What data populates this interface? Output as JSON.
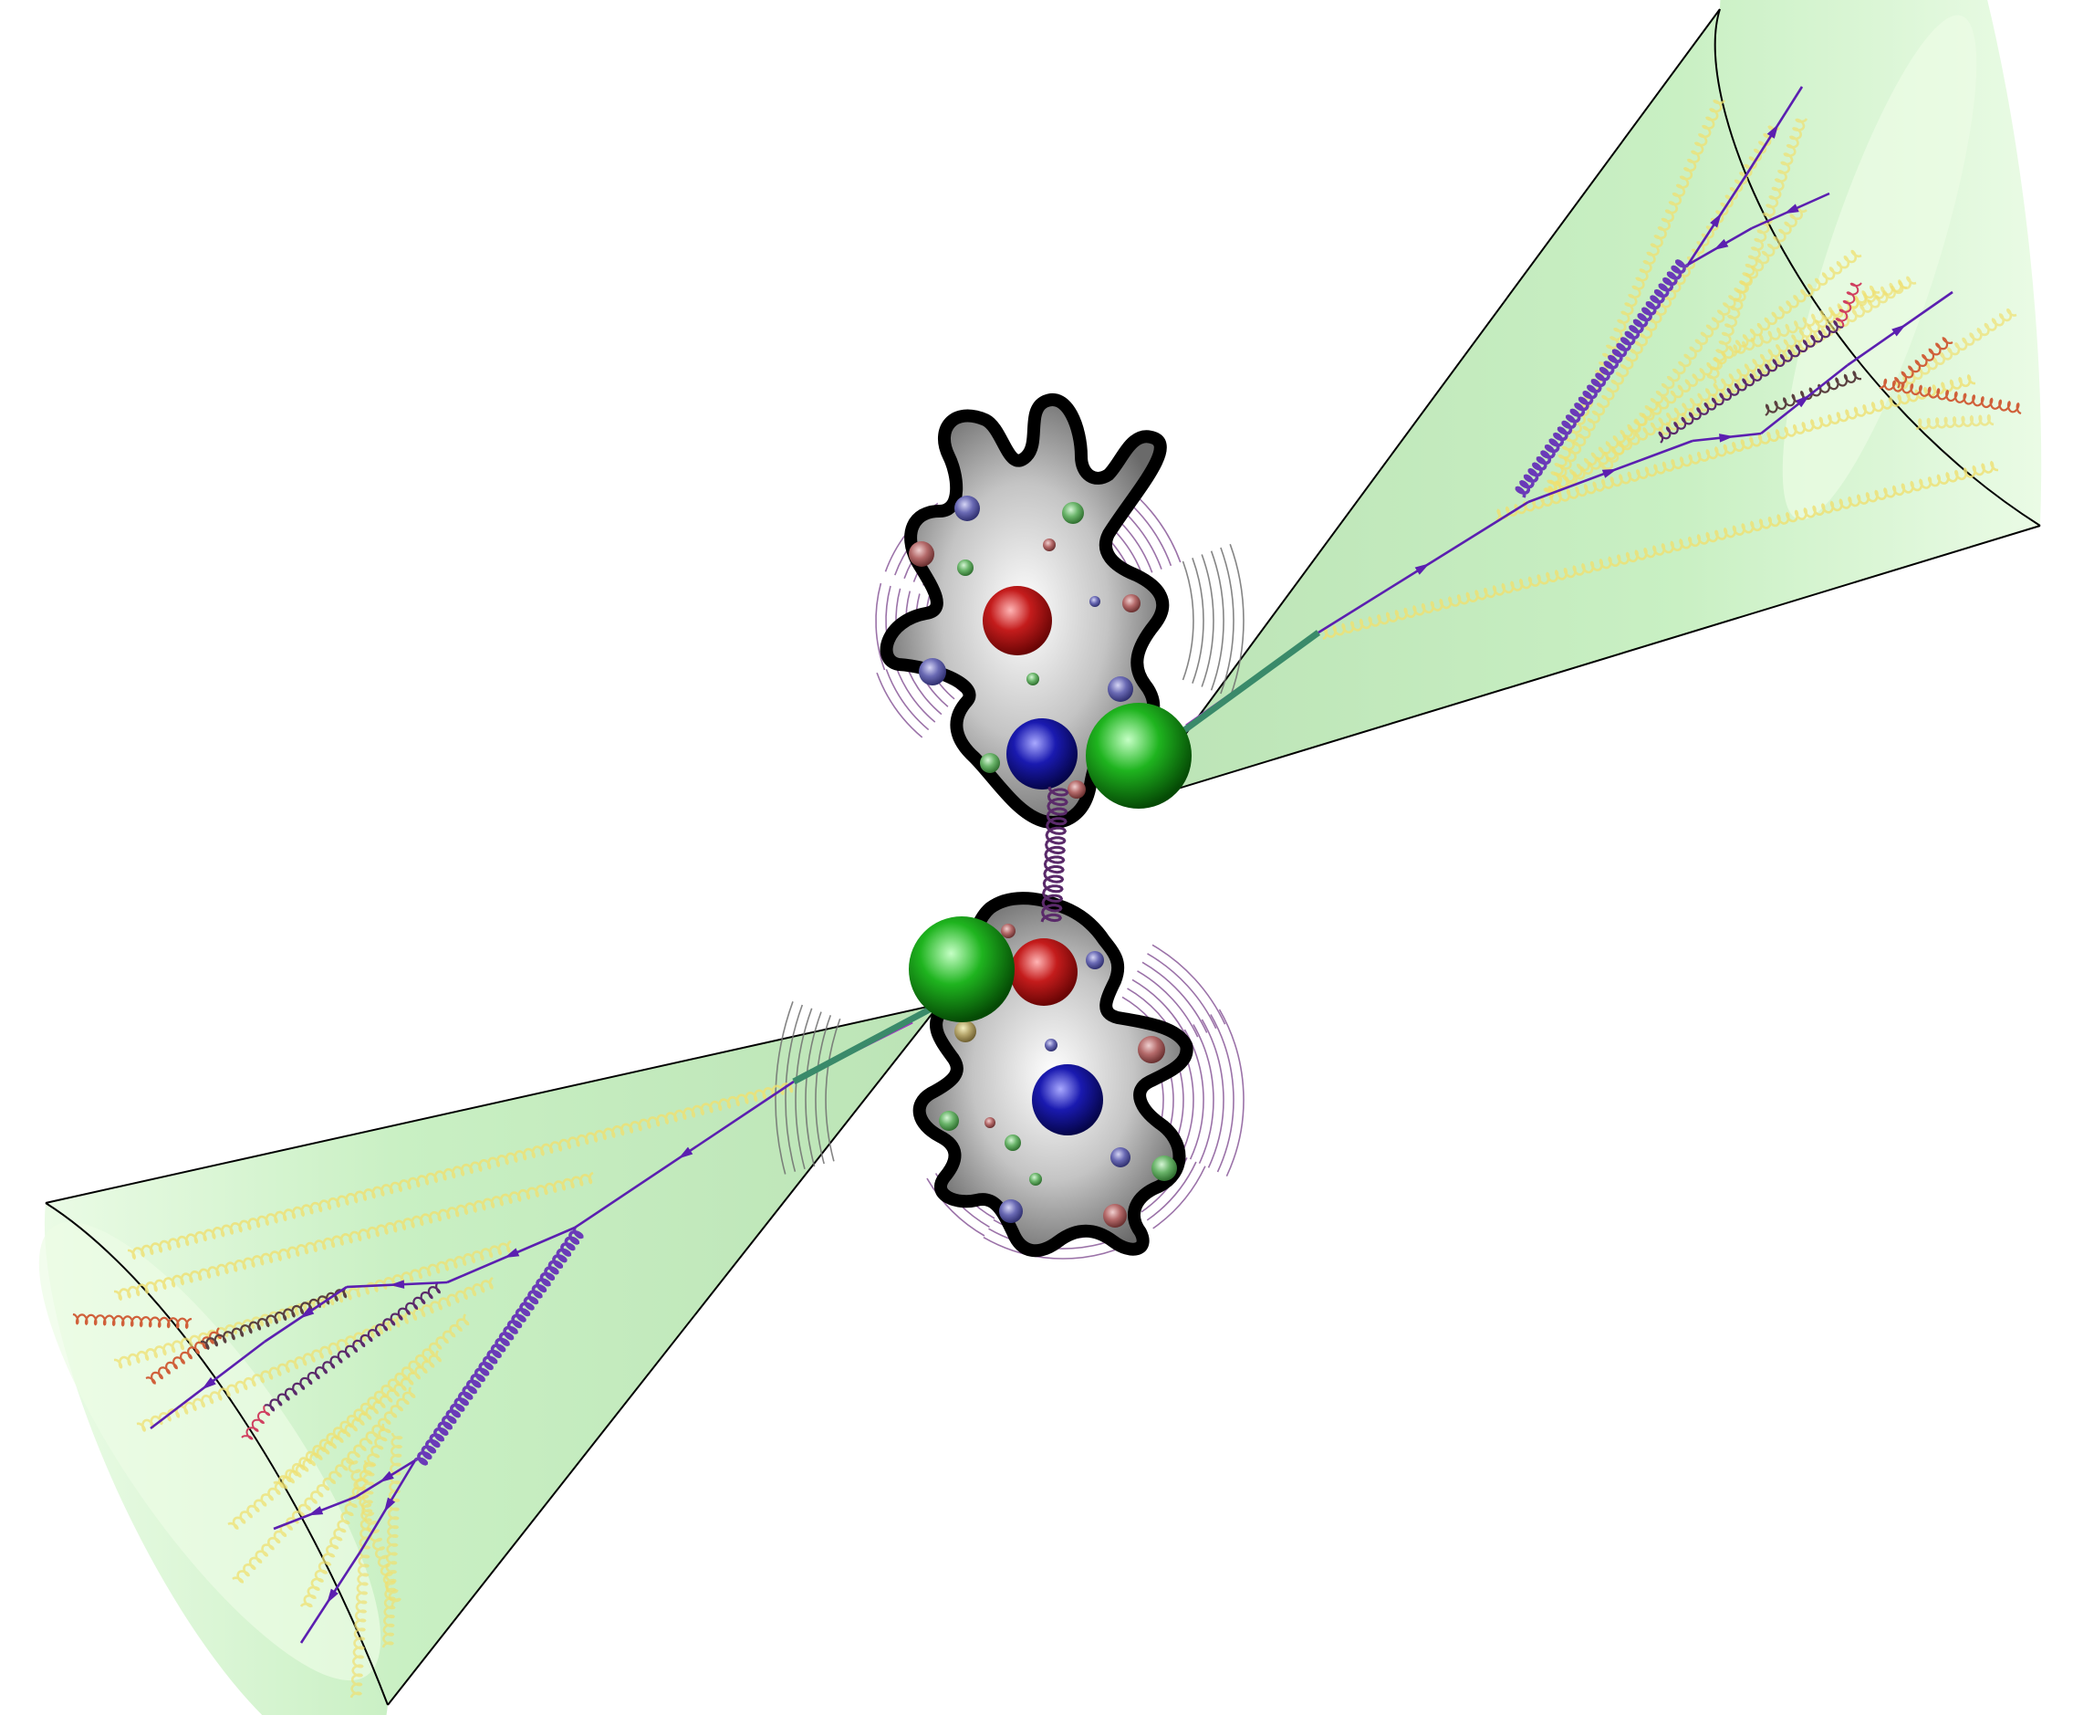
{
  "diagram": {
    "description_visible_text": "",
    "colors": {
      "background": "#ffffff",
      "cone_fill_light": "#effbe9",
      "cone_fill_mid": "#c9f0c4",
      "cone_outline": "#000000",
      "proton_fill": "#9b9b9b",
      "proton_outline": "#000000",
      "quark_red": "#c21b1b",
      "quark_blue": "#1a1aa8",
      "quark_green": "#1f9c1f",
      "parton_green": "#1fc21f",
      "quark_line": "#5b1fb0",
      "gluon_yellow": "#f0e060",
      "gluon_orange": "#d0603a",
      "gluon_dark": "#5a2a6a",
      "gluon_purple": "#6a3ab8",
      "radiation_arc": "#8a5a9a",
      "radiation_arc_gray": "#707070"
    },
    "elements": {
      "upper_proton": "proton-blob",
      "lower_proton": "proton-blob",
      "exchange": "gluon-spring",
      "upper_jet": "jet-cone",
      "lower_jet": "jet-cone",
      "scattered_partons": "green-sphere"
    }
  }
}
